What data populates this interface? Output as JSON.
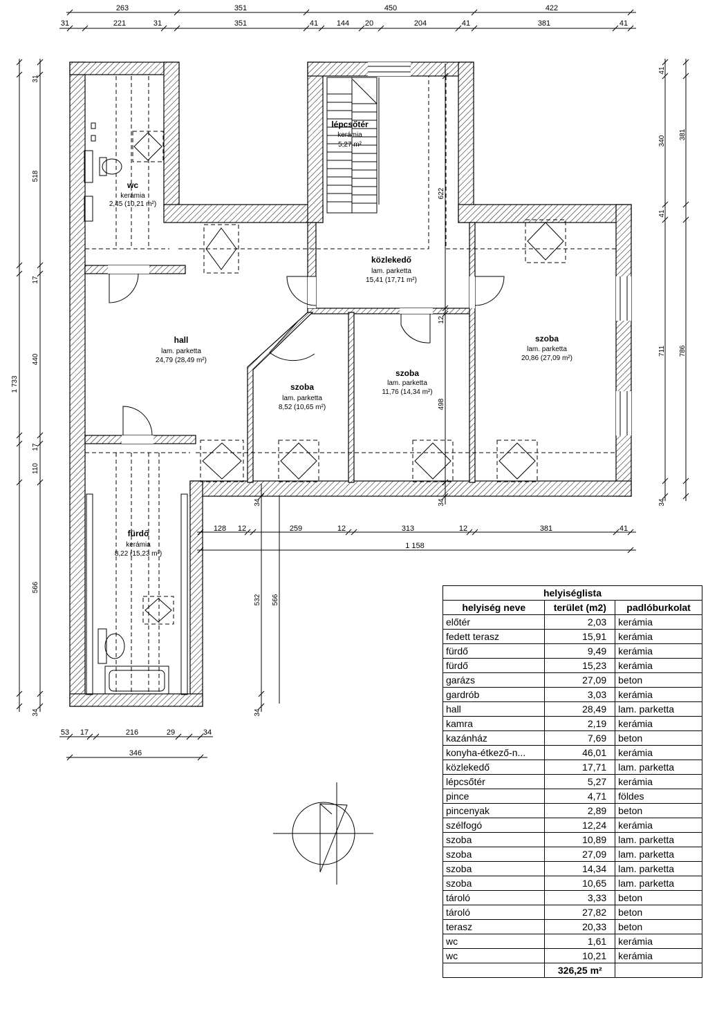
{
  "dimensions": {
    "top_overall": [
      "263",
      "351",
      "450",
      "422"
    ],
    "top_detail": [
      "31",
      "221",
      "31",
      "351",
      "41",
      "144",
      "20",
      "204",
      "41",
      "381",
      "41"
    ],
    "left": [
      "31",
      "518",
      "17",
      "440",
      "17",
      "110",
      "566",
      "34"
    ],
    "left_total": "1 733",
    "right_a": [
      "41",
      "340",
      "41",
      "711",
      "34"
    ],
    "right_b": [
      "381",
      "786"
    ],
    "inner_vertical": [
      "622",
      "12",
      "498",
      "34",
      "34",
      "532",
      "566",
      "34"
    ],
    "middle_chain": [
      "128",
      "12",
      "259",
      "12",
      "313",
      "12",
      "381",
      "41"
    ],
    "middle_total": "1 158",
    "bottom_chain": [
      "53",
      "17",
      "216",
      "29",
      "34"
    ],
    "bottom_total": "346"
  },
  "rooms": {
    "wc": {
      "name": "wc",
      "floor": "kerámia",
      "area": "2,45 (10,21 m²)"
    },
    "lepcsoter": {
      "name": "lépcsőtér",
      "floor": "kerámia",
      "area": "5,27 m²"
    },
    "kozlekedo": {
      "name": "közlekedő",
      "floor": "lam. parketta",
      "area": "15,41 (17,71 m²)"
    },
    "hall": {
      "name": "hall",
      "floor": "lam. parketta",
      "area": "24,79 (28,49 m²)"
    },
    "szoba1": {
      "name": "szoba",
      "floor": "lam. parketta",
      "area": "8,52 (10,65 m²)"
    },
    "szoba2": {
      "name": "szoba",
      "floor": "lam. parketta",
      "area": "11,76 (14,34 m²)"
    },
    "szoba3": {
      "name": "szoba",
      "floor": "lam. parketta",
      "area": "20,86 (27,09 m²)"
    },
    "furdo": {
      "name": "fürdő",
      "floor": "kerámia",
      "area": "8,22 (15,23 m²)"
    }
  },
  "table": {
    "title": "helyiséglista",
    "headers": [
      "helyiség neve",
      "terület (m2)",
      "padlóburkolat"
    ],
    "rows": [
      [
        "előtér",
        "2,03",
        "kerámia"
      ],
      [
        "fedett terasz",
        "15,91",
        "kerámia"
      ],
      [
        "fürdő",
        "9,49",
        "kerámia"
      ],
      [
        "fürdő",
        "15,23",
        "kerámia"
      ],
      [
        "garázs",
        "27,09",
        "beton"
      ],
      [
        "gardrób",
        "3,03",
        "kerámia"
      ],
      [
        "hall",
        "28,49",
        "lam. parketta"
      ],
      [
        "kamra",
        "2,19",
        "kerámia"
      ],
      [
        "kazánház",
        "7,69",
        "beton"
      ],
      [
        "konyha-étkező-n...",
        "46,01",
        "kerámia"
      ],
      [
        "közlekedő",
        "17,71",
        "lam. parketta"
      ],
      [
        "lépcsőtér",
        "5,27",
        "kerámia"
      ],
      [
        "pince",
        "4,71",
        "földes"
      ],
      [
        "pincenyak",
        "2,89",
        "beton"
      ],
      [
        "szélfogó",
        "12,24",
        "kerámia"
      ],
      [
        "szoba",
        "10,89",
        "lam. parketta"
      ],
      [
        "szoba",
        "27,09",
        "lam. parketta"
      ],
      [
        "szoba",
        "14,34",
        "lam. parketta"
      ],
      [
        "szoba",
        "10,65",
        "lam. parketta"
      ],
      [
        "tároló",
        "3,33",
        "beton"
      ],
      [
        "tároló",
        "27,82",
        "beton"
      ],
      [
        "terasz",
        "20,33",
        "beton"
      ],
      [
        "wc",
        "1,61",
        "kerámia"
      ],
      [
        "wc",
        "10,21",
        "kerámia"
      ]
    ],
    "total": "326,25 m²"
  }
}
